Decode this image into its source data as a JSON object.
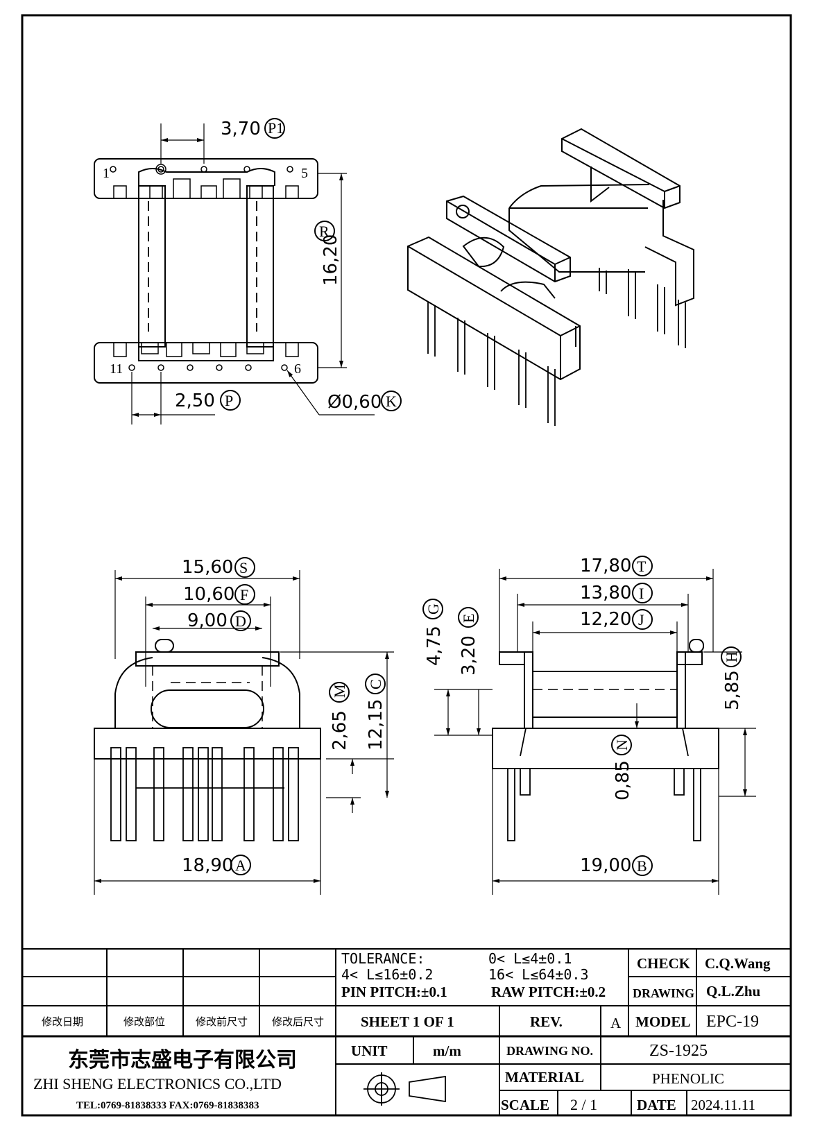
{
  "top_view": {
    "pitch_dim": "3,70",
    "pitch_tag": "P1",
    "height_dim": "16,20",
    "height_tag": "R",
    "pin_spacing_dim": "2,50",
    "pin_spacing_tag": "P",
    "hole_dim": "Ø0,60",
    "hole_tag": "K",
    "pin_labels": {
      "p1": "1",
      "p5": "5",
      "p11": "11",
      "p6": "6"
    }
  },
  "front_view": {
    "dims": [
      {
        "value": "15,60",
        "tag": "S"
      },
      {
        "value": "10,60",
        "tag": "F"
      },
      {
        "value": "9,00",
        "tag": "D"
      },
      {
        "value": "18,90",
        "tag": "A"
      }
    ],
    "vertical_dims": [
      {
        "value": "2,65",
        "tag": "M"
      },
      {
        "value": "12,15",
        "tag": "C"
      }
    ]
  },
  "side_view": {
    "dims": [
      {
        "value": "17,80",
        "tag": "T"
      },
      {
        "value": "13,80",
        "tag": "I"
      },
      {
        "value": "12,20",
        "tag": "J"
      },
      {
        "value": "19,00",
        "tag": "B"
      }
    ],
    "vertical_dims": [
      {
        "value": "4,75",
        "tag": "G"
      },
      {
        "value": "3,20",
        "tag": "E"
      },
      {
        "value": "5,85",
        "tag": "H"
      },
      {
        "value": "0,85",
        "tag": "N"
      }
    ]
  },
  "title_block": {
    "tolerance_label": "TOLERANCE:",
    "tol_1": "0< L≤4±0.1",
    "tol_2": "4< L≤16±0.2",
    "tol_3": "16< L≤64±0.3",
    "pin_pitch": "PIN PITCH:±0.1",
    "raw_pitch": "RAW PITCH:±0.2",
    "check_label": "CHECK",
    "check_value": "C.Q.Wang",
    "drawing_label": "DRAWING",
    "drawing_value": "Q.L.Zhu",
    "rev_headers": [
      "修改日期",
      "修改部位",
      "修改前尺寸",
      "修改后尺寸"
    ],
    "sheet": "SHEET 1 OF 1",
    "rev_label": "REV.",
    "rev_value": "A",
    "model_label": "MODEL",
    "model_value": "EPC-19",
    "company_cn": "东莞市志盛电子有限公司",
    "company_en": "ZHI SHENG ELECTRONICS CO.,LTD",
    "contact": "TEL:0769-81838333 FAX:0769-81838383",
    "unit_label": "UNIT",
    "unit_value": "m/m",
    "drawing_no_label": "DRAWING NO.",
    "drawing_no_value": "ZS-1925",
    "material_label": "MATERIAL",
    "material_value": "PHENOLIC",
    "scale_label": "SCALE",
    "scale_value": "2 / 1",
    "date_label": "DATE",
    "date_value": "2024.11.11"
  }
}
